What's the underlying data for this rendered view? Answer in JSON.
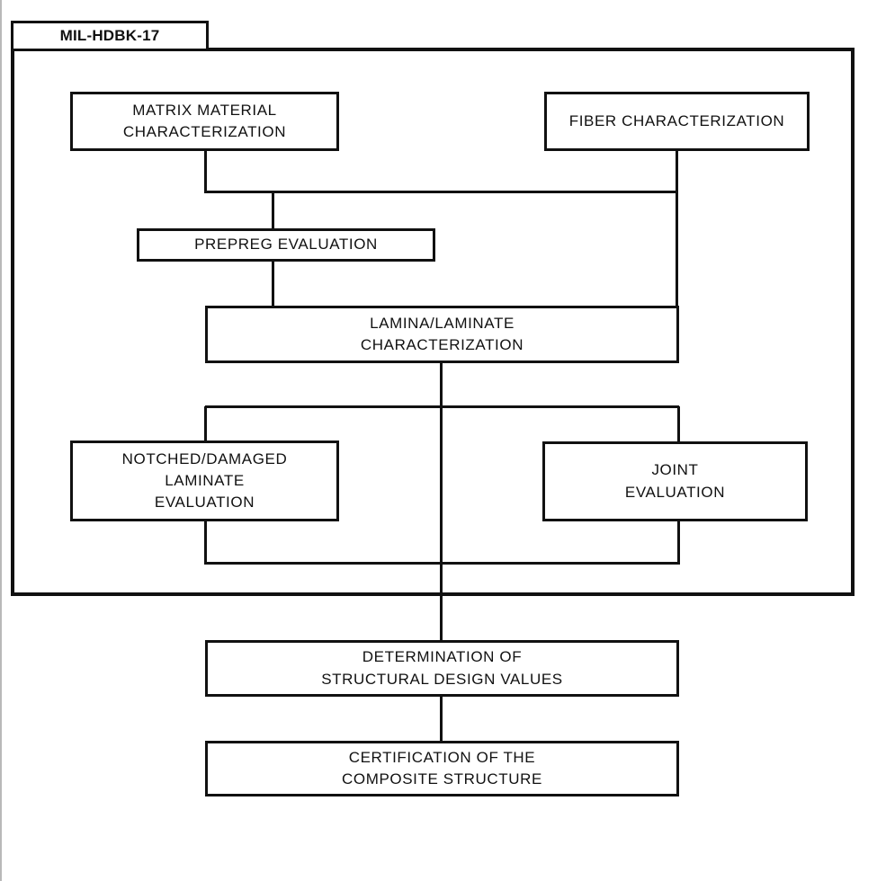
{
  "diagram": {
    "title_tab": "MIL-HDBK-17",
    "nodes": {
      "matrix": {
        "line1": "MATRIX  MATERIAL",
        "line2": "CHARACTERIZATION"
      },
      "fiber": {
        "line1": "FIBER  CHARACTERIZATION"
      },
      "prepreg": {
        "line1": "PREPREG  EVALUATION"
      },
      "lamina": {
        "line1": "LAMINA/LAMINATE",
        "line2": "CHARACTERIZATION"
      },
      "notched": {
        "line1": "NOTCHED/DAMAGED",
        "line2": "LAMINATE",
        "line3": "EVALUATION"
      },
      "joint": {
        "line1": "JOINT",
        "line2": "EVALUATION"
      },
      "determination": {
        "line1": "DETERMINATION  OF",
        "line2": "STRUCTURAL  DESIGN  VALUES"
      },
      "certification": {
        "line1": "CERTIFICATION OF THE",
        "line2": "COMPOSITE  STRUCTURE"
      }
    },
    "colors": {
      "stroke": "#111111",
      "background": "#ffffff"
    }
  }
}
